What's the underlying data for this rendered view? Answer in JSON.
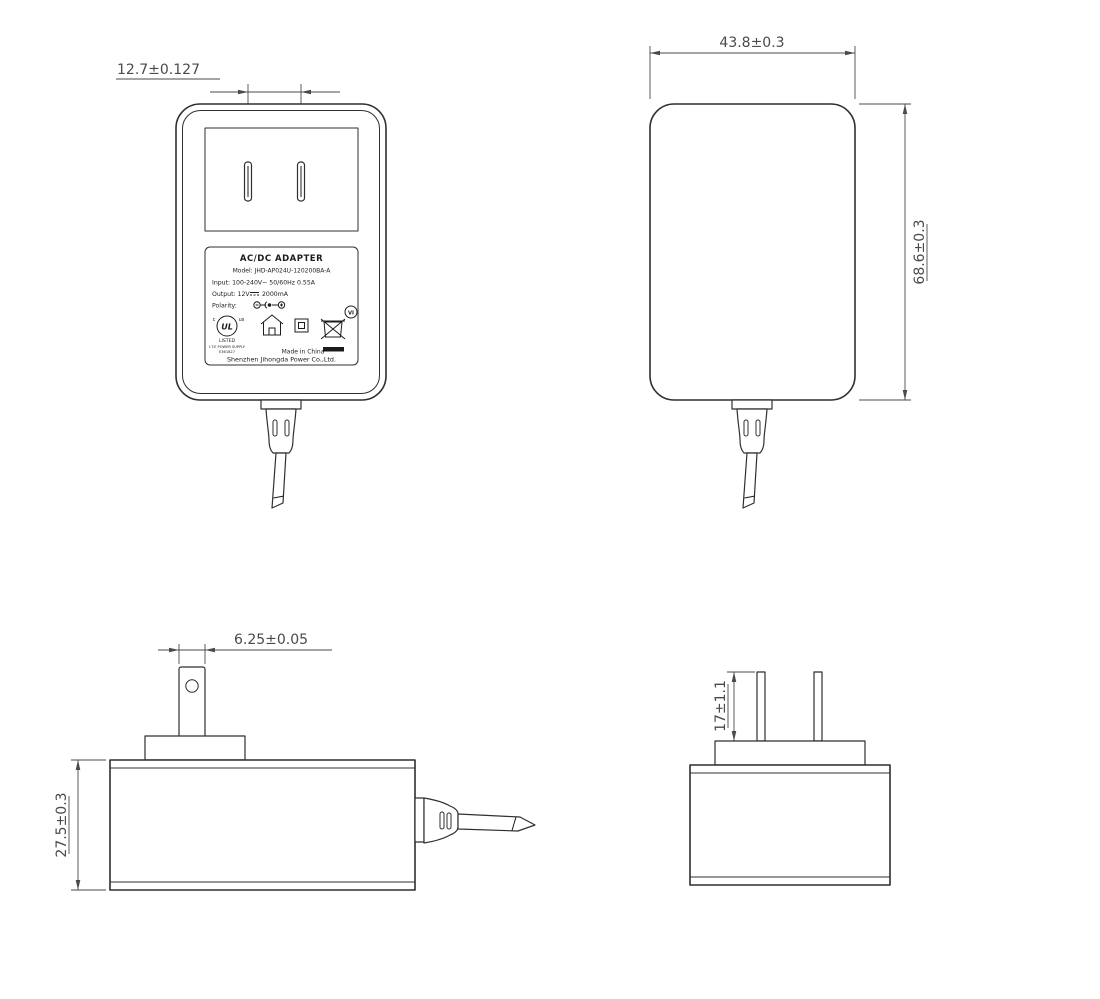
{
  "drawing": {
    "ink_color": "#2f2f2f",
    "dim_color": "#4a4a4a"
  },
  "front_view": {
    "dim_prong_pitch": "12.7±0.127",
    "label": {
      "title": "AC/DC  ADAPTER",
      "model": "Model: JHD-AP024U-120200BA-A",
      "input": "Input: 100-240V~  50/60Hz  0.55A",
      "output_prefix": "Output: 12V",
      "output_suffix": "2000mA",
      "polarity": "Polarity:",
      "ul_mark": "UL",
      "ul_small_left": "c",
      "ul_small_right": "us",
      "listed": "LISTED",
      "ite": "I.T.E POWER SUPPLY",
      "file_no": "E361827",
      "made_in": "Made in China",
      "company": "Shenzhen Jihongda Power Co.,Ltd.",
      "efficiency_mark": "VI"
    }
  },
  "back_view": {
    "dim_width": "43.8±0.3",
    "dim_height": "68.6±0.3"
  },
  "side_view": {
    "dim_blade_width": "6.25±0.05",
    "dim_body_height": "27.5±0.3"
  },
  "plug_view": {
    "dim_prong_length": "17±1.1"
  }
}
